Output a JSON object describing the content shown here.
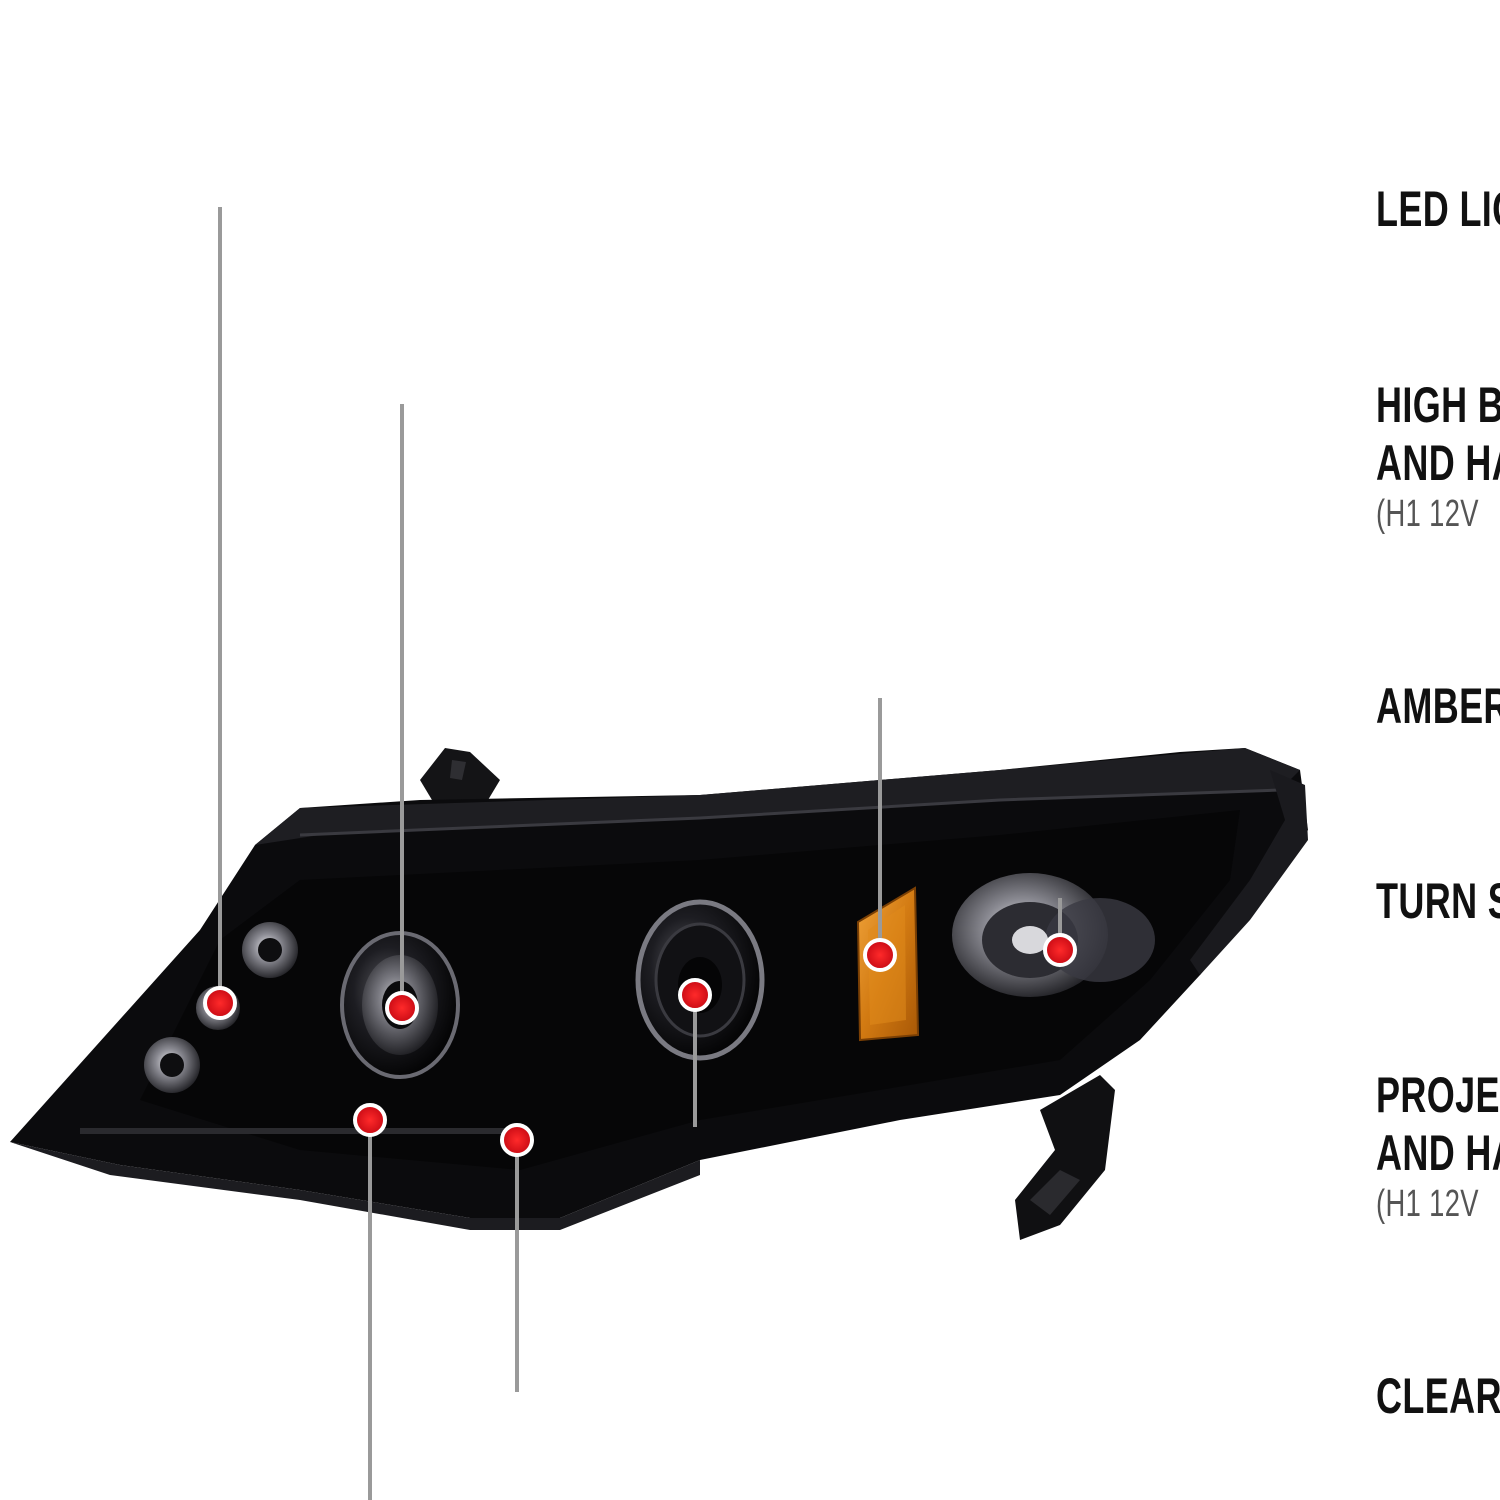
{
  "colors": {
    "background": "#ffffff",
    "leader_line": "#9a9a9a",
    "leader_accent": "#cc1f1f",
    "marker_dot": "#e0121c",
    "housing": "#0b0b0d",
    "amber_reflector": "#d27a12"
  },
  "labels": {
    "led": {
      "title": "LED LIG"
    },
    "high_beam": {
      "line1": "HIGH B",
      "line2": "AND HA",
      "sub": "(H1  12V"
    },
    "amber": {
      "title": "AMBER"
    },
    "turn": {
      "title": "TURN S"
    },
    "projector": {
      "line1": "PROJEC",
      "line2": "AND HA",
      "sub": "(H1  12V"
    },
    "clear": {
      "title": "CLEAR"
    }
  },
  "image": {
    "subject": "black-projector-headlight-icon"
  }
}
